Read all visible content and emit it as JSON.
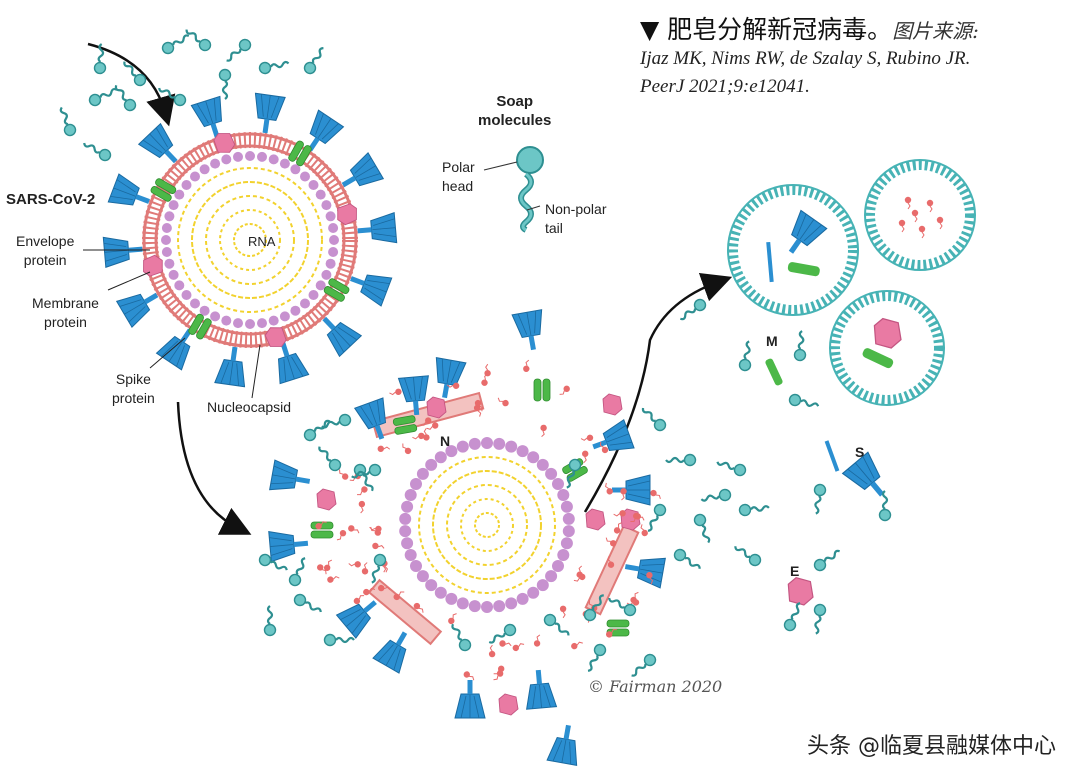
{
  "caption": {
    "title": "▼ 肥皂分解新冠病毒。",
    "source_label": "图片来源:",
    "citation_line1": "Ijaz MK, Nims RW, de Szalay S, Rubino JR.",
    "citation_line2": "PeerJ 2021;9:e12041."
  },
  "labels": {
    "virus_name": "SARS-CoV-2",
    "envelope": [
      "Envelope",
      "protein"
    ],
    "membrane": [
      "Membrane",
      "protein"
    ],
    "spike": [
      "Spike",
      "protein"
    ],
    "nucleocapsid": "Nucleocapsid",
    "rna": "RNA",
    "soap_title": [
      "Soap",
      "molecules"
    ],
    "polar_head": [
      "Polar",
      "head"
    ],
    "nonpolar_tail": [
      "Non-polar",
      "tail"
    ],
    "n": "N",
    "m": "M",
    "s": "S",
    "e": "E"
  },
  "signature": "© Fairman 2020",
  "watermark": "头条 @临夏县融媒体中心",
  "colors": {
    "spike": "#2b8fd1",
    "membrane_green": "#4cb848",
    "envelope_pink": "#e97aa3",
    "lipid": "#e07a78",
    "nucleocapsid": "#c791cf",
    "rna": "#f2d22e",
    "soap": "#47b3b5",
    "arrow": "#111111"
  },
  "icons": [
    "spike-protein-icon",
    "membrane-protein-icon",
    "envelope-protein-icon",
    "soap-molecule-icon",
    "micelle-icon",
    "arrow-icon"
  ]
}
